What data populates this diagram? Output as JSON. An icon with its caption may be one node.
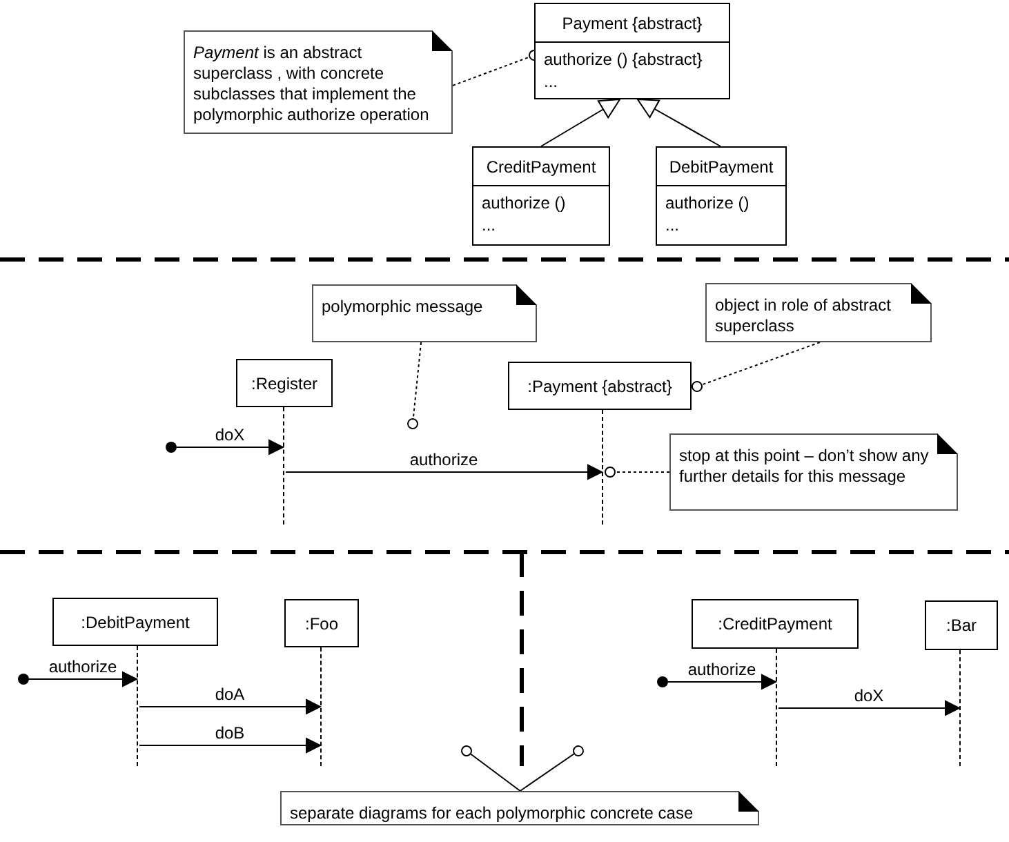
{
  "diagram": {
    "nodes": [
      {
        "text": [
          "*Payment* is an abstract superclass , with concrete subclasses that implement the polymorphic authorize operation"
        ]
      },
      {
        "text": [
          "Payment {abstract}",
          "authorize () {abstract}",
          "..."
        ]
      },
      {
        "text": [
          "CreditPayment",
          "authorize ()",
          "..."
        ]
      },
      {
        "text": [
          "DebitPayment",
          "authorize ()",
          "..."
        ]
      },
      {
        "text": [
          "polymorphic message"
        ]
      },
      {
        "text": [
          "object in role of abstract superclass"
        ]
      },
      {
        "text": [
          ":Register"
        ]
      },
      {
        "text": [
          ":Payment {abstract}"
        ]
      },
      {
        "text": [],
        "shape": "line"
      },
      {
        "text": [],
        "shape": "line"
      },
      {
        "text": [],
        "shape": "circle"
      },
      {
        "text": [
          "stop at this point – don’t show any further details for this message"
        ]
      },
      {
        "text": [
          ":DebitPayment"
        ]
      },
      {
        "text": [
          ":Foo"
        ]
      },
      {
        "text": [
          ":CreditPayment"
        ]
      },
      {
        "text": [
          ":Bar"
        ]
      },
      {
        "text": [],
        "shape": "line"
      },
      {
        "text": [],
        "shape": "line"
      },
      {
        "text": [],
        "shape": "line"
      },
      {
        "text": [],
        "shape": "line"
      },
      {
        "text": [],
        "shape": "circle"
      },
      {
        "text": [],
        "shape": "circle"
      },
      {
        "text": [
          "separate diagrams for each polymorphic concrete case"
        ]
      }
    ],
    "edges": [
      {
        "from": 0,
        "to": 1,
        "arrow": "other",
        "style": "dashed"
      },
      {
        "from": 2,
        "to": 1,
        "arrow": "to"
      },
      {
        "from": 3,
        "to": 1,
        "arrow": "to"
      },
      {
        "from": 4,
        "to": null,
        "arrow": "other",
        "style": "dashed"
      },
      {
        "from": 5,
        "to": 7,
        "arrow": "other",
        "style": "dashed"
      },
      {
        "from": 10,
        "to": 8,
        "arrow": "to",
        "label": "doX"
      },
      {
        "from": 8,
        "to": 9,
        "arrow": "to",
        "label": "authorize"
      },
      {
        "from": 11,
        "to": 9,
        "arrow": "other",
        "style": "dashed"
      },
      {
        "from": 20,
        "to": 16,
        "arrow": "to",
        "label": "authorize"
      },
      {
        "from": 16,
        "to": 17,
        "arrow": "to",
        "label": "doA"
      },
      {
        "from": 16,
        "to": 17,
        "arrow": "to",
        "label": "doB"
      },
      {
        "from": 21,
        "to": 18,
        "arrow": "to",
        "label": "authorize"
      },
      {
        "from": 18,
        "to": 19,
        "arrow": "to",
        "label": "doX"
      },
      {
        "from": 22,
        "to": null,
        "arrow": "other"
      },
      {
        "from": 22,
        "to": null,
        "arrow": "other"
      }
    ]
  }
}
